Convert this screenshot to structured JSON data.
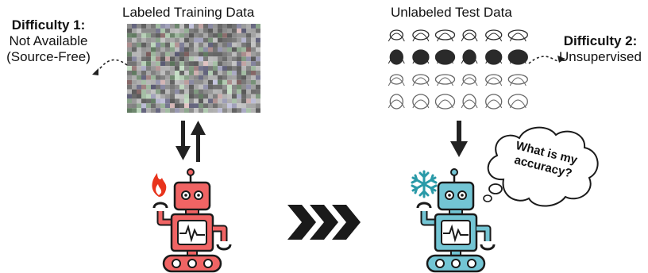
{
  "left": {
    "title": "Labeled Training Data",
    "difficulty_heading": "Difficulty 1:",
    "difficulty_line1": "Not Available",
    "difficulty_line2": "(Source-Free)"
  },
  "right": {
    "title": "Unlabeled Test Data",
    "difficulty_heading": "Difficulty 2:",
    "difficulty_line1": "Unsupervised",
    "thought_line1": "What is my",
    "thought_line2": "accuracy?"
  },
  "colors": {
    "source_robot": "#f06464",
    "target_robot": "#73c5d4",
    "outline": "#1a1a1a",
    "flame": "#e8341c",
    "snowflake": "#2a9aa8"
  },
  "icons": {
    "source_state": "flame-icon",
    "target_state": "snowflake-icon",
    "transition": "triple-chevron-icon"
  }
}
